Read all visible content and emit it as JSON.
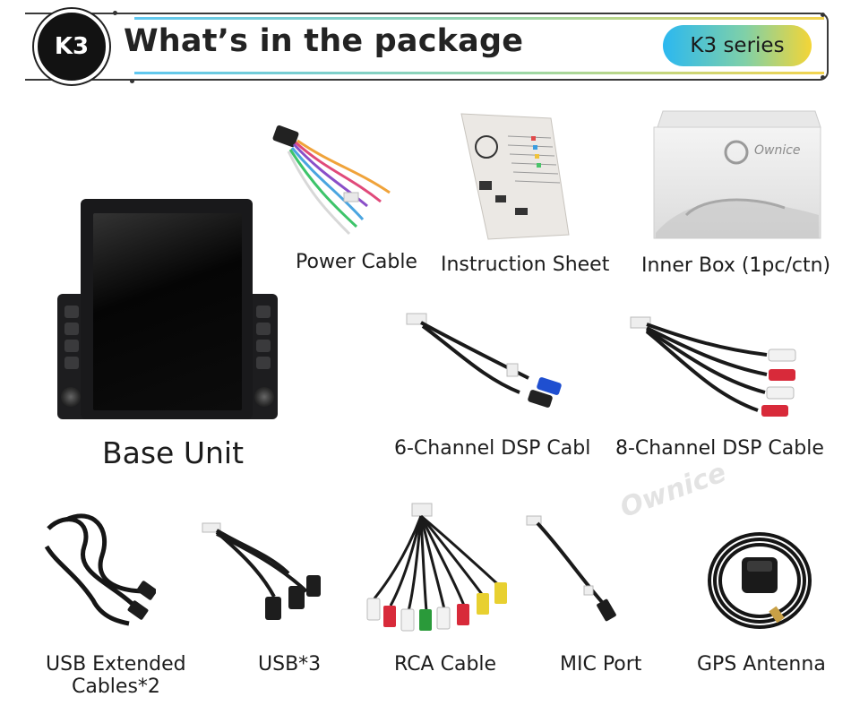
{
  "header": {
    "badge": "K3",
    "title": "What’s in the package",
    "series_label": "K3 series"
  },
  "watermark": "Ownice",
  "inner_box_brand": "Ownice",
  "items": {
    "base_unit": "Base Unit",
    "power_cable": "Power Cable",
    "instruction_sheet": "Instruction Sheet",
    "inner_box": "Inner Box (1pc/ctn)",
    "dsp6": "6-Channel DSP Cabl",
    "dsp8": "8-Channel DSP Cable",
    "usb_ext_line1": "USB Extended",
    "usb_ext_line2": "Cables*2",
    "usb3": "USB*3",
    "rca": "RCA Cable",
    "mic": "MIC Port",
    "gps": "GPS Antenna"
  },
  "colors": {
    "accent_blue": "#2bb8f0",
    "accent_yellow": "#f4d536",
    "badge_bg": "#121212"
  }
}
